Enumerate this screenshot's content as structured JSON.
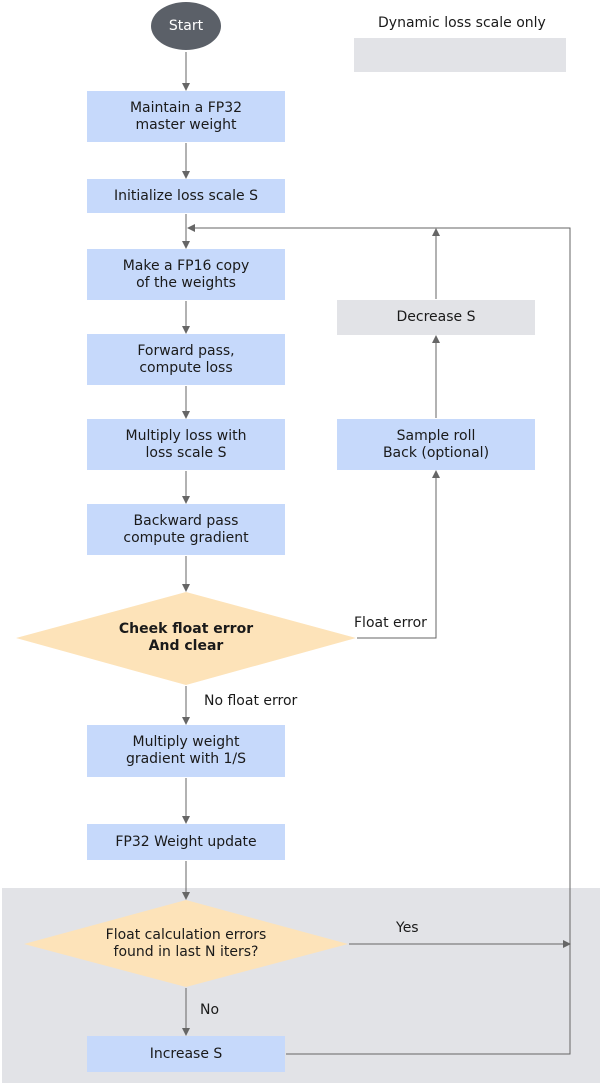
{
  "start": "Start",
  "legend": {
    "label": "Dynamic loss scale only"
  },
  "steps": {
    "master_weight": "Maintain a FP32\nmaster weight",
    "init_loss_scale": "Initialize loss scale S",
    "fp16_copy": "Make a FP16 copy\nof the weights",
    "forward_pass": "Forward pass,\ncompute loss",
    "multiply_loss": "Multiply loss with\nloss scale S",
    "backward_pass": "Backward pass\ncompute gradient",
    "check_float_error": "Cheek float error\nAnd clear",
    "multiply_weight_gradient": "Multiply weight\ngradient with 1/S",
    "fp32_update": "FP32 Weight update",
    "float_calc_errors": "Float calculation errors\nfound in last N iters?",
    "increase_s": "Increase S",
    "sample_rollback": "Sample roll\nBack (optional)",
    "decrease_s": "Decrease S"
  },
  "edge_labels": {
    "float_error": "Float error",
    "no_float_error": "No float error",
    "yes": "Yes",
    "no": "No"
  },
  "colors": {
    "process_fill": "#c6d9fb",
    "dynamic_fill": "#e2e3e7",
    "decision_fill": "#fde3b9",
    "start_fill": "#5b6068",
    "connector": "#666666"
  }
}
